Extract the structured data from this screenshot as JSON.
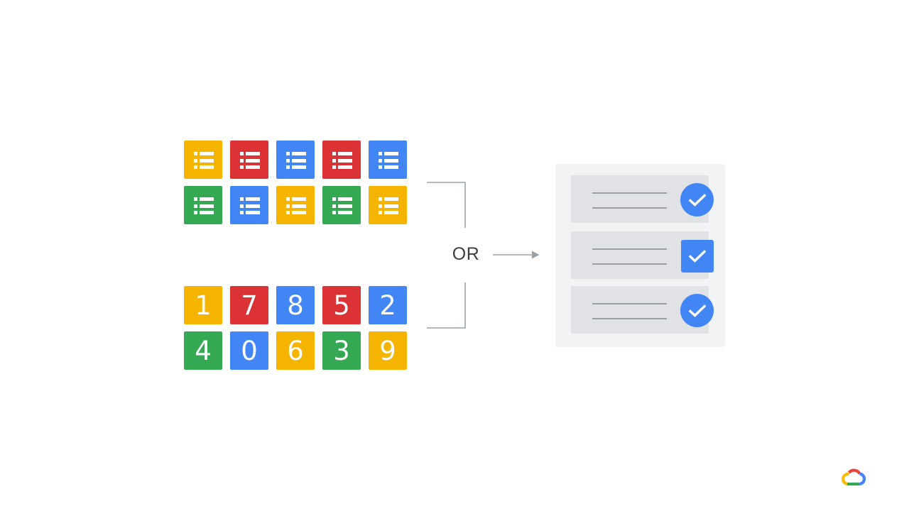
{
  "colors": {
    "yellow": "#f4b400",
    "red": "#db3236",
    "blue": "#4285f4",
    "green": "#34a853",
    "connector": "#9aa0a6",
    "panel": "#f1f3f4",
    "row": "#e0e2e5"
  },
  "list_tiles": [
    {
      "color": "yellow",
      "icon": "list-icon"
    },
    {
      "color": "red",
      "icon": "list-icon"
    },
    {
      "color": "blue",
      "icon": "list-icon"
    },
    {
      "color": "red",
      "icon": "list-icon"
    },
    {
      "color": "blue",
      "icon": "list-icon"
    },
    {
      "color": "green",
      "icon": "list-icon"
    },
    {
      "color": "blue",
      "icon": "list-icon"
    },
    {
      "color": "yellow",
      "icon": "list-icon"
    },
    {
      "color": "green",
      "icon": "list-icon"
    },
    {
      "color": "yellow",
      "icon": "list-icon"
    }
  ],
  "number_tiles": [
    {
      "label": "1",
      "color": "yellow"
    },
    {
      "label": "7",
      "color": "red"
    },
    {
      "label": "8",
      "color": "blue"
    },
    {
      "label": "5",
      "color": "red"
    },
    {
      "label": "2",
      "color": "blue"
    },
    {
      "label": "4",
      "color": "green"
    },
    {
      "label": "0",
      "color": "blue"
    },
    {
      "label": "6",
      "color": "yellow"
    },
    {
      "label": "3",
      "color": "green"
    },
    {
      "label": "9",
      "color": "yellow"
    }
  ],
  "or_label": "OR",
  "result_rows": [
    {
      "check_shape": "circle",
      "icon": "check-icon"
    },
    {
      "check_shape": "square",
      "icon": "check-icon"
    },
    {
      "check_shape": "circle",
      "icon": "check-icon"
    }
  ],
  "logo": {
    "icon": "google-cloud-logo-icon"
  }
}
